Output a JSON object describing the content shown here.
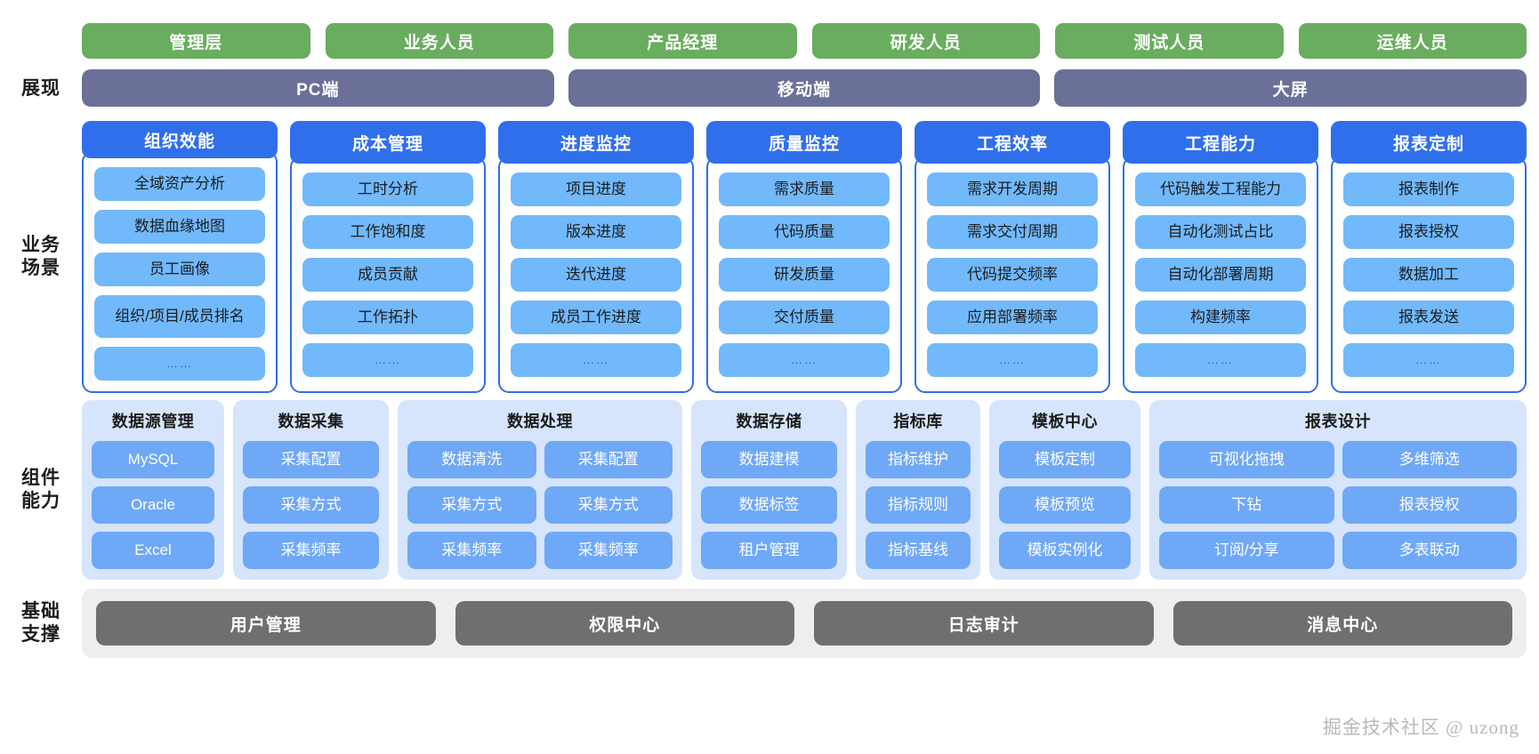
{
  "rows": {
    "presentation_label": "展现",
    "scenario_label": "业务\n场景",
    "scenario_label_line1": "业务",
    "scenario_label_line2": "场景",
    "component_label_line1": "组件",
    "component_label_line2": "能力",
    "foundation_label_line1": "基础",
    "foundation_label_line2": "支撑"
  },
  "personas": [
    {
      "label": "管理层"
    },
    {
      "label": "业务人员"
    },
    {
      "label": "产品经理"
    },
    {
      "label": "研发人员"
    },
    {
      "label": "测试人员"
    },
    {
      "label": "运维人员"
    }
  ],
  "presentation": [
    {
      "label": "PC端"
    },
    {
      "label": "移动端"
    },
    {
      "label": "大屏"
    }
  ],
  "scenarios": [
    {
      "title": "组织效能",
      "items": [
        {
          "label": "全域资产分析"
        },
        {
          "label": "数据血缘地图"
        },
        {
          "label": "员工画像"
        },
        {
          "label": "组织/项目/成员排名"
        },
        {
          "label": "……"
        }
      ]
    },
    {
      "title": "成本管理",
      "items": [
        {
          "label": "工时分析"
        },
        {
          "label": "工作饱和度"
        },
        {
          "label": "成员贡献"
        },
        {
          "label": "工作拓扑"
        },
        {
          "label": "……"
        }
      ]
    },
    {
      "title": "进度监控",
      "items": [
        {
          "label": "项目进度"
        },
        {
          "label": "版本进度"
        },
        {
          "label": "迭代进度"
        },
        {
          "label": "成员工作进度"
        },
        {
          "label": "……"
        }
      ]
    },
    {
      "title": "质量监控",
      "items": [
        {
          "label": "需求质量"
        },
        {
          "label": "代码质量"
        },
        {
          "label": "研发质量"
        },
        {
          "label": "交付质量"
        },
        {
          "label": "……"
        }
      ]
    },
    {
      "title": "工程效率",
      "items": [
        {
          "label": "需求开发周期"
        },
        {
          "label": "需求交付周期"
        },
        {
          "label": "代码提交频率"
        },
        {
          "label": "应用部署频率"
        },
        {
          "label": "……"
        }
      ]
    },
    {
      "title": "工程能力",
      "items": [
        {
          "label": "代码触发工程能力"
        },
        {
          "label": "自动化测试占比"
        },
        {
          "label": "自动化部署周期"
        },
        {
          "label": "构建频率"
        },
        {
          "label": "……"
        }
      ]
    },
    {
      "title": "报表定制",
      "items": [
        {
          "label": "报表制作"
        },
        {
          "label": "报表授权"
        },
        {
          "label": "数据加工"
        },
        {
          "label": "报表发送"
        },
        {
          "label": "……"
        }
      ]
    }
  ],
  "components": [
    {
      "title": "数据源管理",
      "columns": 1,
      "items": [
        {
          "label": "MySQL"
        },
        {
          "label": "Oracle"
        },
        {
          "label": "Excel"
        }
      ]
    },
    {
      "title": "数据采集",
      "columns": 1,
      "items": [
        {
          "label": "采集配置"
        },
        {
          "label": "采集方式"
        },
        {
          "label": "采集频率"
        }
      ]
    },
    {
      "title": "数据处理",
      "columns": 2,
      "items": [
        {
          "label": "数据清洗"
        },
        {
          "label": "采集配置"
        },
        {
          "label": "采集方式"
        },
        {
          "label": "采集方式"
        },
        {
          "label": "采集频率"
        },
        {
          "label": "采集频率"
        }
      ]
    },
    {
      "title": "数据存储",
      "columns": 1,
      "items": [
        {
          "label": "数据建模"
        },
        {
          "label": "数据标签"
        },
        {
          "label": "租户管理"
        }
      ]
    },
    {
      "title": "指标库",
      "columns": 1,
      "items": [
        {
          "label": "指标维护"
        },
        {
          "label": "指标规则"
        },
        {
          "label": "指标基线"
        }
      ]
    },
    {
      "title": "模板中心",
      "columns": 1,
      "items": [
        {
          "label": "模板定制"
        },
        {
          "label": "模板预览"
        },
        {
          "label": "模板实例化"
        }
      ]
    },
    {
      "title": "报表设计",
      "columns": 2,
      "items": [
        {
          "label": "可视化拖拽"
        },
        {
          "label": "多维筛选"
        },
        {
          "label": "下钻"
        },
        {
          "label": "报表授权"
        },
        {
          "label": "订阅/分享"
        },
        {
          "label": "多表联动"
        }
      ]
    }
  ],
  "foundation": [
    {
      "label": "用户管理"
    },
    {
      "label": "权限中心"
    },
    {
      "label": "日志审计"
    },
    {
      "label": "消息中心"
    }
  ],
  "watermark": "掘金技术社区 @ uzong",
  "colors": {
    "persona": "#69ad5e",
    "presentation": "#6b7099",
    "scenario_header": "#2f6fec",
    "scenario_item": "#71b9fb",
    "component_card": "#d6e5fb",
    "component_item": "#6fa8f7",
    "foundation_bar": "#eeeeee",
    "foundation_pill": "#6f6f6f"
  }
}
